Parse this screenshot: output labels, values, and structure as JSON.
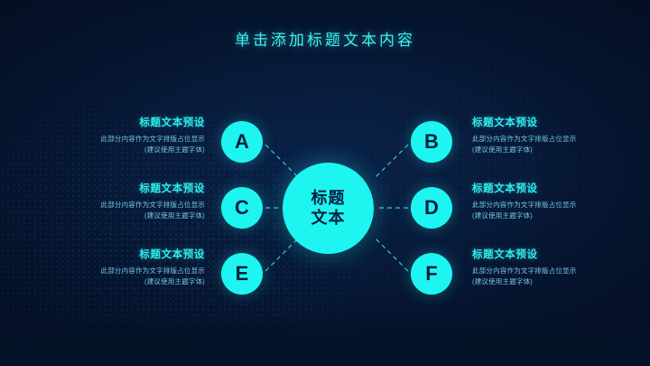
{
  "slide": {
    "title": "单击添加标题文本内容",
    "background_color": "#071635",
    "accent_color": "#1ef5f0",
    "heading_color": "#31ebea",
    "body_color": "#74c6e6",
    "node_text_color": "#07213f"
  },
  "center": {
    "line1": "标题",
    "line2": "文本"
  },
  "items": [
    {
      "letter": "A",
      "side": "left",
      "row": 1,
      "heading": "标题文本预设",
      "desc_line1": "此部分内容作为文字排版占位显示",
      "desc_line2": "(建议使用主题字体)"
    },
    {
      "letter": "C",
      "side": "left",
      "row": 2,
      "heading": "标题文本预设",
      "desc_line1": "此部分内容作为文字排版占位显示",
      "desc_line2": "(建议使用主题字体)"
    },
    {
      "letter": "E",
      "side": "left",
      "row": 3,
      "heading": "标题文本预设",
      "desc_line1": "此部分内容作为文字排版占位显示",
      "desc_line2": "(建议使用主题字体)"
    },
    {
      "letter": "B",
      "side": "right",
      "row": 1,
      "heading": "标题文本预设",
      "desc_line1": "此部分内容作为文字排版占位显示",
      "desc_line2": "(建议使用主题字体)"
    },
    {
      "letter": "D",
      "side": "right",
      "row": 2,
      "heading": "标题文本预设",
      "desc_line1": "此部分内容作为文字排版占位显示",
      "desc_line2": "(建议使用主题字体)"
    },
    {
      "letter": "F",
      "side": "right",
      "row": 3,
      "heading": "标题文本预设",
      "desc_line1": "此部分内容作为文字排版占位显示",
      "desc_line2": "(建议使用主题字体)"
    }
  ]
}
